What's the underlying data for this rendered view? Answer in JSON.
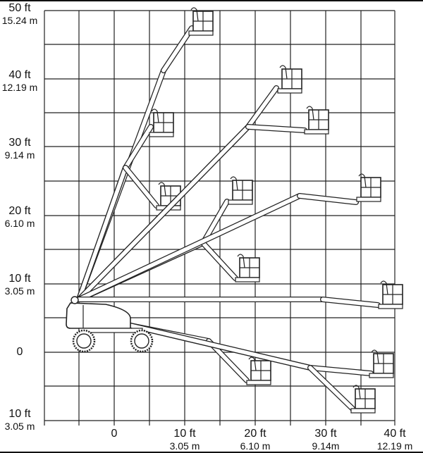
{
  "y_axis": [
    {
      "ft": "50 ft",
      "m": "15.24 m"
    },
    {
      "ft": "40 ft",
      "m": "12.19 m"
    },
    {
      "ft": "30 ft",
      "m": "9.14 m"
    },
    {
      "ft": "20 ft",
      "m": "6.10 m"
    },
    {
      "ft": "10 ft",
      "m": "3.05 m"
    },
    {
      "ft": "0",
      "m": ""
    },
    {
      "ft": "10 ft",
      "m": "3.05 m"
    }
  ],
  "x_axis": [
    {
      "ft": "0",
      "m": ""
    },
    {
      "ft": "10 ft",
      "m": "3.05 m"
    },
    {
      "ft": "20 ft",
      "m": "6.10 m"
    },
    {
      "ft": "30 ft",
      "m": "9.14m"
    },
    {
      "ft": "40 ft",
      "m": "12.19 m"
    }
  ],
  "colors": {
    "line": "#222222",
    "background": "#ffffff"
  }
}
